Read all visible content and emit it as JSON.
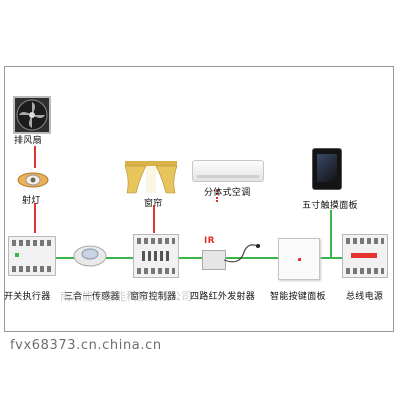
{
  "nodes": {
    "fan": "排风扇",
    "spotlight": "射灯",
    "curtain": "窗帘",
    "aircon": "分体式空调",
    "touch_panel": "五寸触摸面板",
    "switch_actuator": "开关执行器",
    "sensor": "三合一传感器",
    "curtain_controller": "窗帘控制器",
    "ir_emitter": "四路红外发射器",
    "button_panel": "智能按键面板",
    "power_supply": "总线电源"
  },
  "ir_label": "IR",
  "watermark": "fvx68373.cn.china.cn",
  "watermark_ghost": "南京能工智能科技有限公司",
  "colors": {
    "bus": "#3bb54a",
    "load_link": "#e3322f",
    "ir_text": "#e3322f"
  }
}
